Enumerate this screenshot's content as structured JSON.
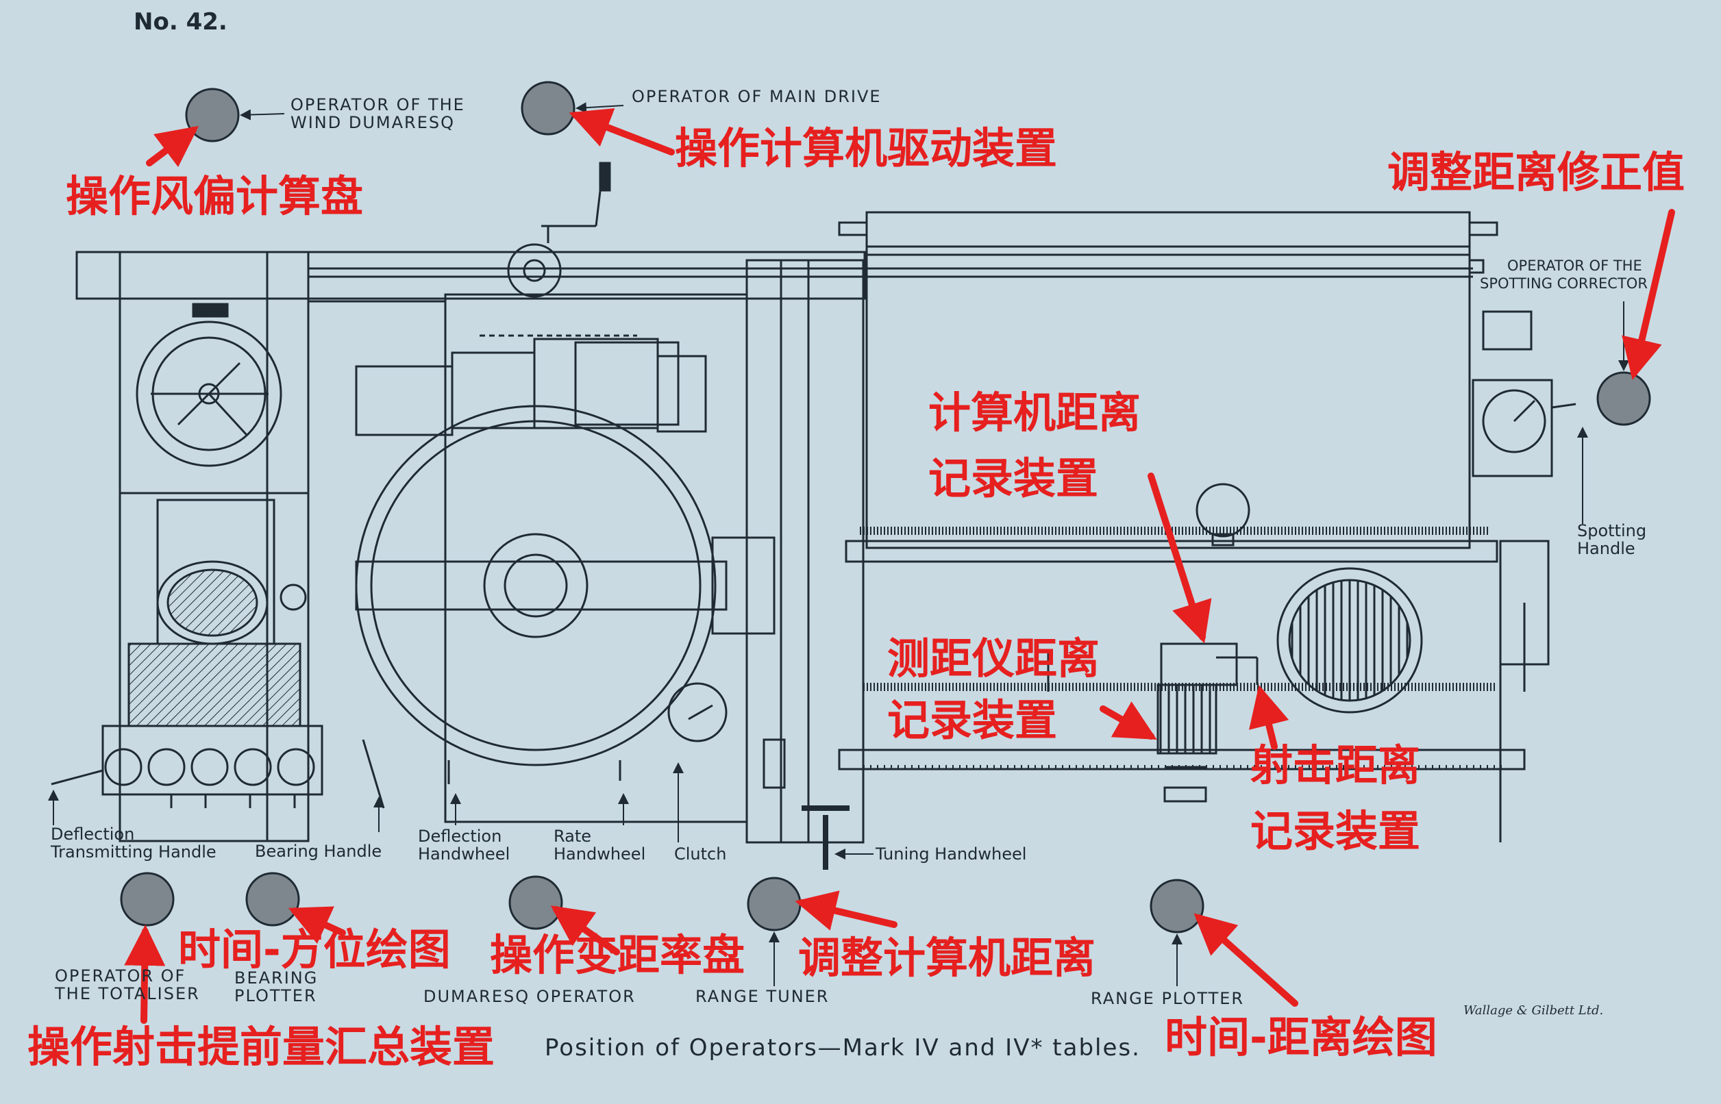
{
  "plate_number": "No. 42.",
  "caption": "Position of Operators—Mark IV and IV* tables.",
  "maker": "Wallage & Gilbett Ltd.",
  "operator_labels": [
    {
      "id": "wind",
      "lines": [
        "OPERATOR OF THE",
        "WIND DUMARESQ"
      ]
    },
    {
      "id": "main-drive",
      "lines": [
        "OPERATOR OF MAIN DRIVE"
      ]
    },
    {
      "id": "spotting",
      "lines": [
        "OPERATOR OF THE",
        "SPOTTING CORRECTOR"
      ]
    },
    {
      "id": "totaliser",
      "lines": [
        "OPERATOR OF",
        "THE TOTALISER"
      ]
    },
    {
      "id": "bearing",
      "lines": [
        "BEARING",
        "PLOTTER"
      ]
    },
    {
      "id": "dumaresq",
      "lines": [
        "DUMARESQ OPERATOR"
      ]
    },
    {
      "id": "range-tuner",
      "lines": [
        "RANGE TUNER"
      ]
    },
    {
      "id": "range-plotter",
      "lines": [
        "RANGE PLOTTER"
      ]
    }
  ],
  "part_labels": [
    {
      "id": "deflection-handle",
      "lines": [
        "Deflection",
        "Transmitting Handle"
      ]
    },
    {
      "id": "bearing-handle",
      "lines": [
        "Bearing Handle"
      ]
    },
    {
      "id": "deflection-handwheel",
      "lines": [
        "Deflection",
        "Handwheel"
      ]
    },
    {
      "id": "rate-handwheel",
      "lines": [
        "Rate",
        "Handwheel"
      ]
    },
    {
      "id": "clutch",
      "lines": [
        "Clutch"
      ]
    },
    {
      "id": "tuning-handwheel",
      "lines": [
        "Tuning Handwheel"
      ]
    },
    {
      "id": "spotting-handle",
      "lines": [
        "Spotting",
        "Handle"
      ]
    }
  ],
  "annotations": [
    {
      "id": "wind",
      "lines": [
        "操作风偏计算盘"
      ]
    },
    {
      "id": "main-drive",
      "lines": [
        "操作计算机驱动装置"
      ]
    },
    {
      "id": "spotting",
      "lines": [
        "调整距离修正值"
      ]
    },
    {
      "id": "computer-range",
      "lines": [
        "计算机距离",
        "记录装置"
      ]
    },
    {
      "id": "rangefinder-range",
      "lines": [
        "测距仪距离",
        "记录装置"
      ]
    },
    {
      "id": "gun-range",
      "lines": [
        "射击距离",
        "记录装置"
      ]
    },
    {
      "id": "time-bearing",
      "lines": [
        "时间-方位绘图"
      ]
    },
    {
      "id": "rate-dial",
      "lines": [
        "操作变距率盘"
      ]
    },
    {
      "id": "adjust-range",
      "lines": [
        "调整计算机距离"
      ]
    },
    {
      "id": "totaliser",
      "lines": [
        "操作射击提前量汇总装置"
      ]
    },
    {
      "id": "time-range",
      "lines": [
        "时间-距离绘图"
      ]
    }
  ],
  "colors": {
    "paper": "#c9dae3",
    "ink": "#1f2a33",
    "annotation": "#e6201f",
    "operator_disc": "#7d878d"
  }
}
